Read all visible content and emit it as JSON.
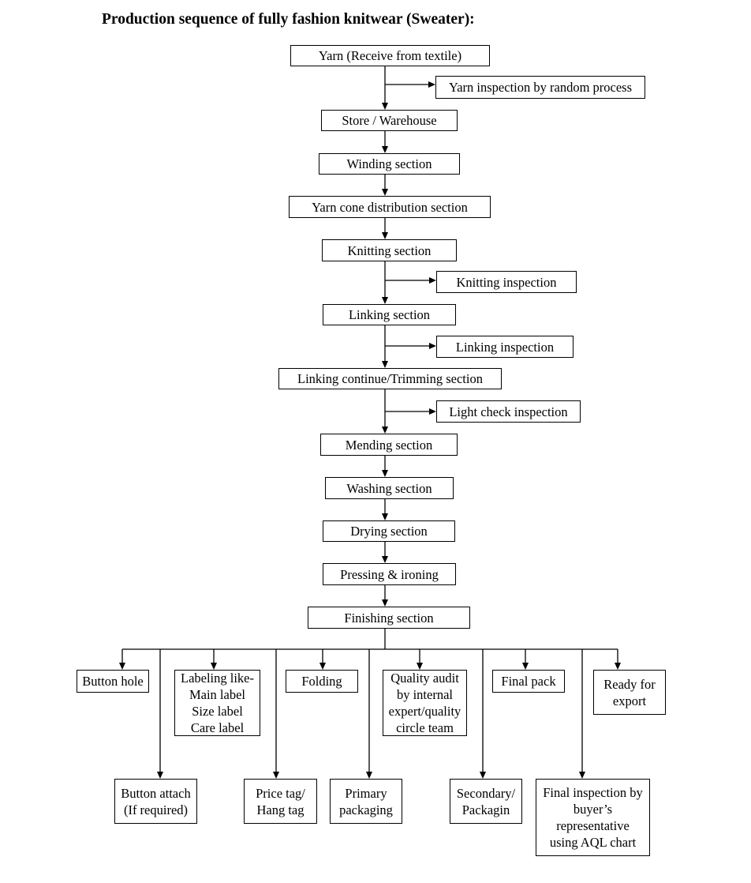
{
  "title": "Production sequence of fully fashion knitwear (Sweater):",
  "main_flow": {
    "yarn": "Yarn (Receive from textile)",
    "yarn_inspection": "Yarn inspection by random process",
    "store": "Store / Warehouse",
    "winding": "Winding section",
    "cone_distribution": "Yarn cone distribution section",
    "knitting": "Knitting section",
    "knitting_inspection": "Knitting inspection",
    "linking": "Linking section",
    "linking_inspection": "Linking inspection",
    "linking_continue": "Linking continue/Trimming section",
    "light_check": "Light check inspection",
    "mending": "Mending section",
    "washing": "Washing section",
    "drying": "Drying section",
    "pressing": "Pressing & ironing",
    "finishing": "Finishing section"
  },
  "finishing_steps": {
    "button_hole": "Button hole",
    "labeling": "Labeling like-\nMain label\nSize label\nCare label",
    "folding": "Folding",
    "quality_audit": "Quality audit\nby internal\nexpert/quality\ncircle team",
    "final_pack": "Final pack",
    "ready_export": "Ready for\nexport",
    "button_attach": "Button attach\n(If required)",
    "price_tag": "Price tag/\nHang tag",
    "primary_packaging": "Primary\npackaging",
    "secondary_packaging": "Secondary/\nPackagin",
    "final_inspection": "Final inspection by\nbuyer’s\nrepresentative\nusing AQL chart"
  }
}
